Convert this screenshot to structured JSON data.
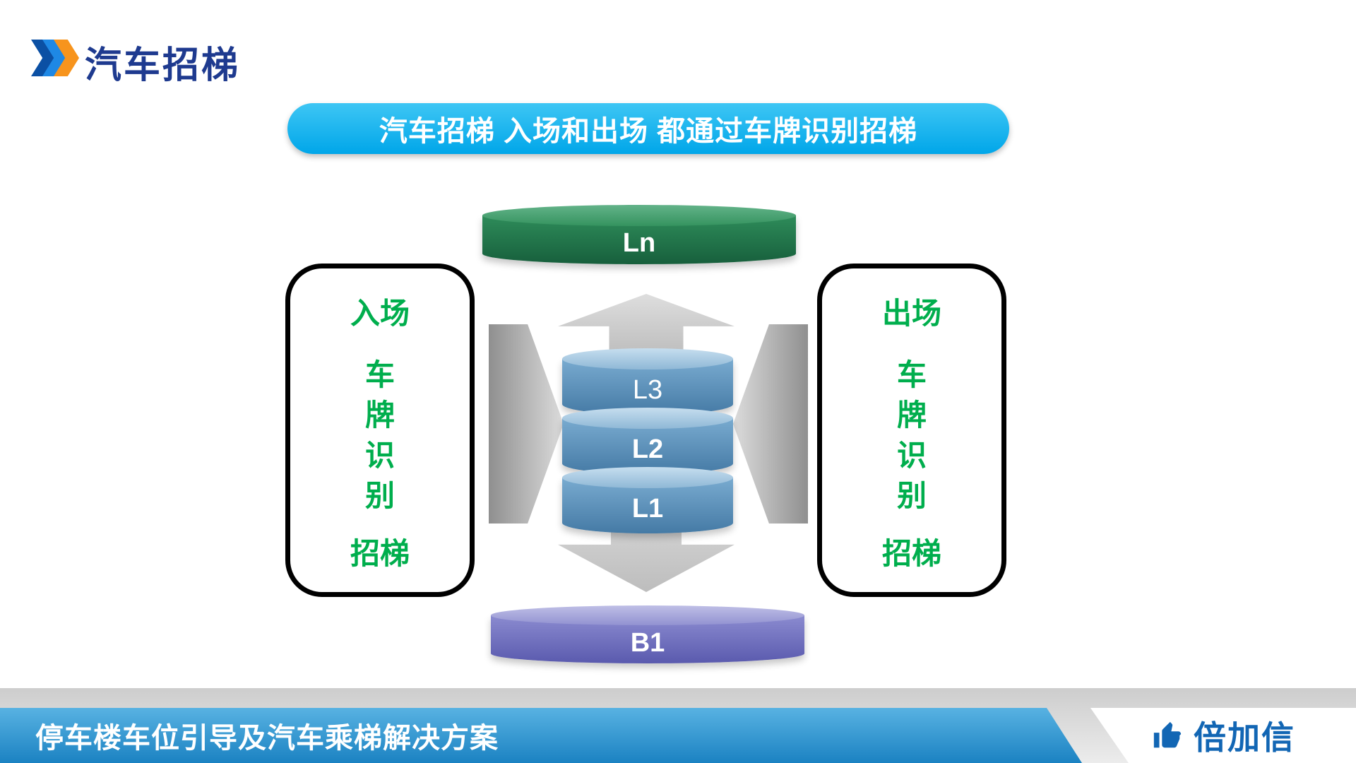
{
  "header": {
    "title": "汽车招梯"
  },
  "banner": {
    "text": "汽车招梯 入场和出场 都通过车牌识别招梯"
  },
  "diagram": {
    "top_level": "Ln",
    "levels": [
      "L3",
      "L2",
      "L1"
    ],
    "bottom_level": "B1",
    "left_box": {
      "title": "入场",
      "chars": [
        "车",
        "牌",
        "识",
        "别"
      ],
      "action": "招梯"
    },
    "right_box": {
      "title": "出场",
      "chars": [
        "车",
        "牌",
        "识",
        "别"
      ],
      "action": "招梯"
    }
  },
  "footer": {
    "caption": "停车楼车位引导及汽车乘梯解决方案",
    "brand": "倍加信"
  },
  "colors": {
    "title_blue": "#1E3A8F",
    "banner_cyan": "#00A6E9",
    "green_text": "#00AE4D",
    "footer_blue": "#1B82C2",
    "brand_blue": "#1266B4"
  }
}
